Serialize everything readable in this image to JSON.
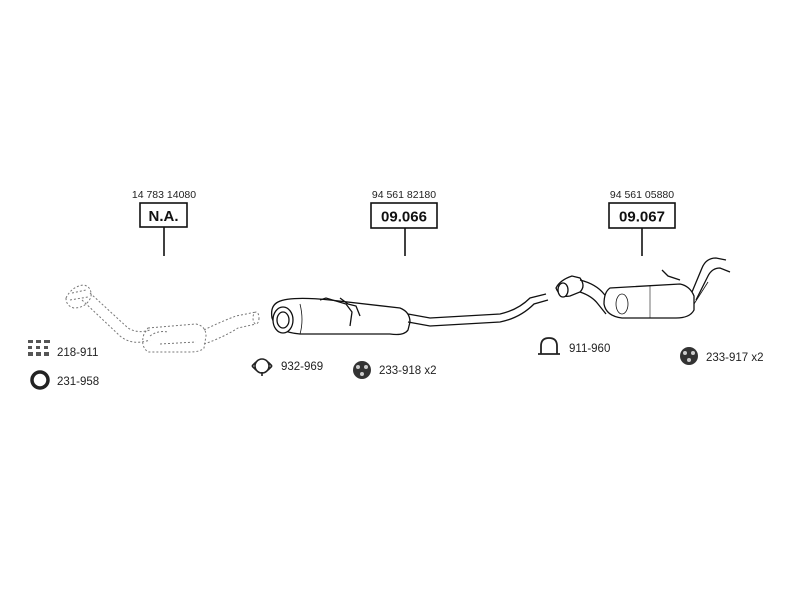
{
  "assemblies": [
    {
      "ref_number": "14 783 14080",
      "code": "N.A."
    },
    {
      "ref_number": "94 561 82180",
      "code": "09.066"
    },
    {
      "ref_number": "94 561 05880",
      "code": "09.067"
    }
  ],
  "parts": [
    {
      "label": "218-911",
      "icon": "clamp-kit-icon"
    },
    {
      "label": "231-958",
      "icon": "gasket-ring-icon"
    },
    {
      "label": "932-969",
      "icon": "exhaust-clamp-icon"
    },
    {
      "label": "233-918 x2",
      "icon": "rubber-mount-icon"
    },
    {
      "label": "911-960",
      "icon": "u-bolt-clamp-icon"
    },
    {
      "label": "233-917 x2",
      "icon": "rubber-mount-icon"
    }
  ]
}
